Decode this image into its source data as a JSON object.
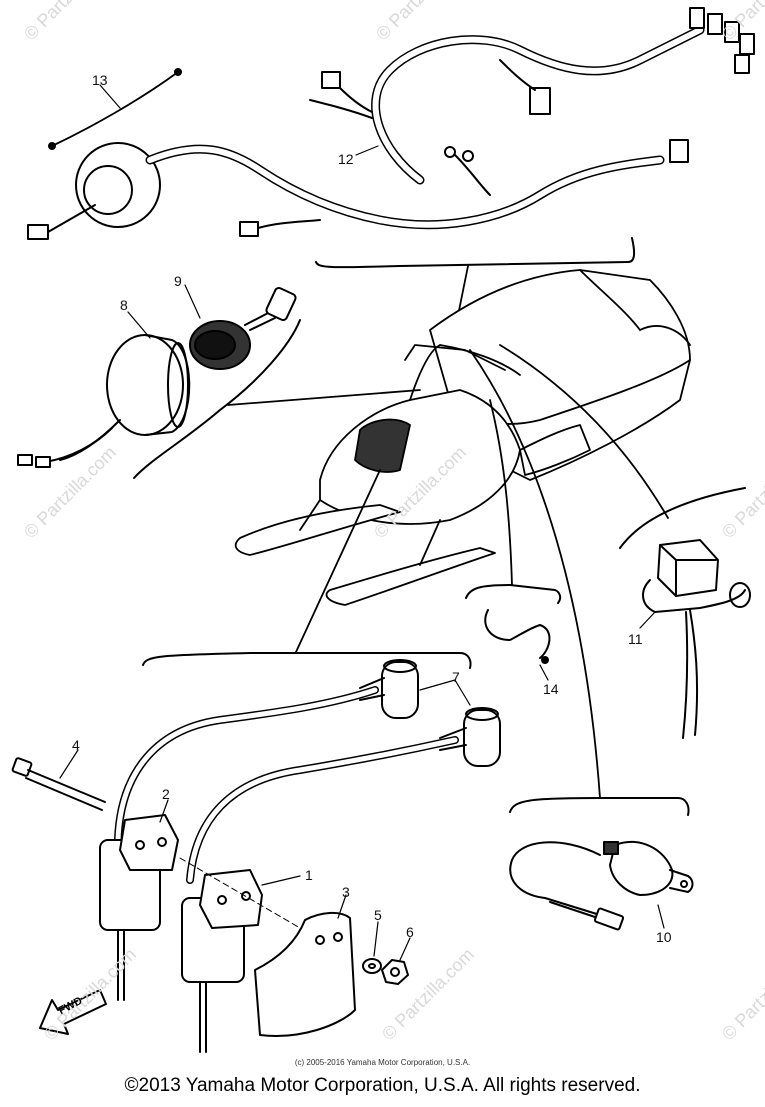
{
  "diagram": {
    "callouts": {
      "c1": "1",
      "c2": "2",
      "c3": "3",
      "c4": "4",
      "c5": "5",
      "c6": "6",
      "c7": "7",
      "c8": "8",
      "c9": "9",
      "c10": "10",
      "c11": "11",
      "c12": "12",
      "c13": "13",
      "c14": "14"
    },
    "fwd_label": "FWD",
    "watermark": "© Partzilla.com",
    "copyright_small": "(c) 2005-2016 Yamaha Motor Corporation, U.S.A.",
    "copyright_main": "©2013 Yamaha Motor Corporation, U.S.A. All rights reserved."
  },
  "colors": {
    "line": "#000000",
    "watermark": "#d9d9d9",
    "background": "#ffffff"
  }
}
